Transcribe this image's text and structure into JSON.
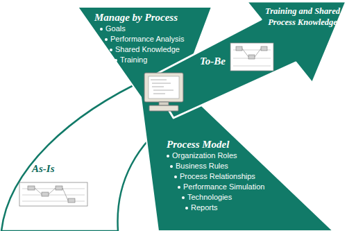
{
  "diagram": {
    "nodes": [
      {
        "text": [
          "Manage by Process",
          "Goals",
          "Performance Analysis",
          "Shared Knowledge",
          "Training"
        ]
      },
      {
        "text": [
          "Training and Shared Process Knowledge"
        ]
      },
      {
        "text": [
          "To-Be"
        ]
      },
      {
        "text": [
          "As-Is"
        ]
      },
      {
        "text": [
          "Process Model",
          "Organization Roles",
          "Business Rules",
          "Process Relationships",
          "Performance Simulation",
          "Technologies",
          "Reports"
        ]
      }
    ]
  }
}
